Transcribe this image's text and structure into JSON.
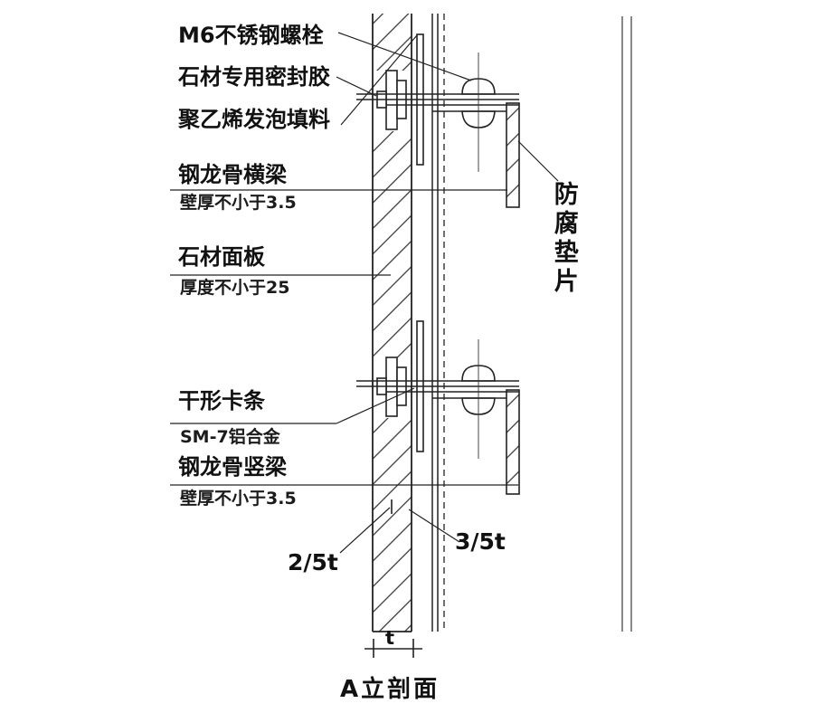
{
  "title": "A立剖面",
  "labels": {
    "m6": "M6不锈钢螺栓",
    "sealant": "石材专用密封胶",
    "foam": "聚乙烯发泡填料",
    "beam": "钢龙骨横梁",
    "beam_note": "壁厚不小于3.5",
    "stone": "石材面板",
    "stone_note": "厚度不小于25",
    "clip": "干形卡条",
    "clip_note": "SM-7铝合金",
    "mullion": "钢龙骨竖梁",
    "mullion_note": "壁厚不小于3.5",
    "gasket": "防腐垫片"
  },
  "dimensions": {
    "front": "2/5t",
    "back": "3/5t",
    "thickness": "t"
  },
  "colors": {
    "line": "#222222",
    "wall_line": "#555555",
    "background": "#ffffff"
  }
}
